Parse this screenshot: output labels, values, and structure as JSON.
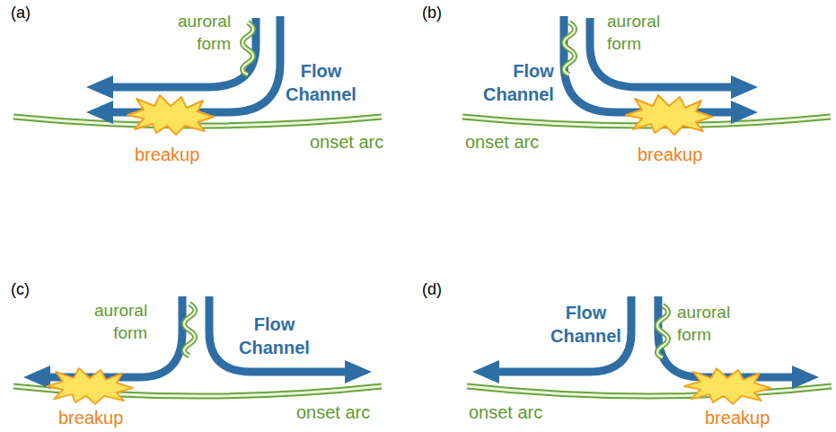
{
  "diagram": {
    "labels": [
      "(a)",
      "auroral form",
      "Flow Channel",
      "breakup",
      "onset arc",
      "(b)",
      "auroral form",
      "Flow Channel",
      "breakup",
      "onset arc",
      "(c)",
      "auroral form",
      "Flow Channel",
      "breakup",
      "onset arc",
      "(d)",
      "auroral form",
      "Flow Channel",
      "breakup",
      "onset arc"
    ]
  }
}
